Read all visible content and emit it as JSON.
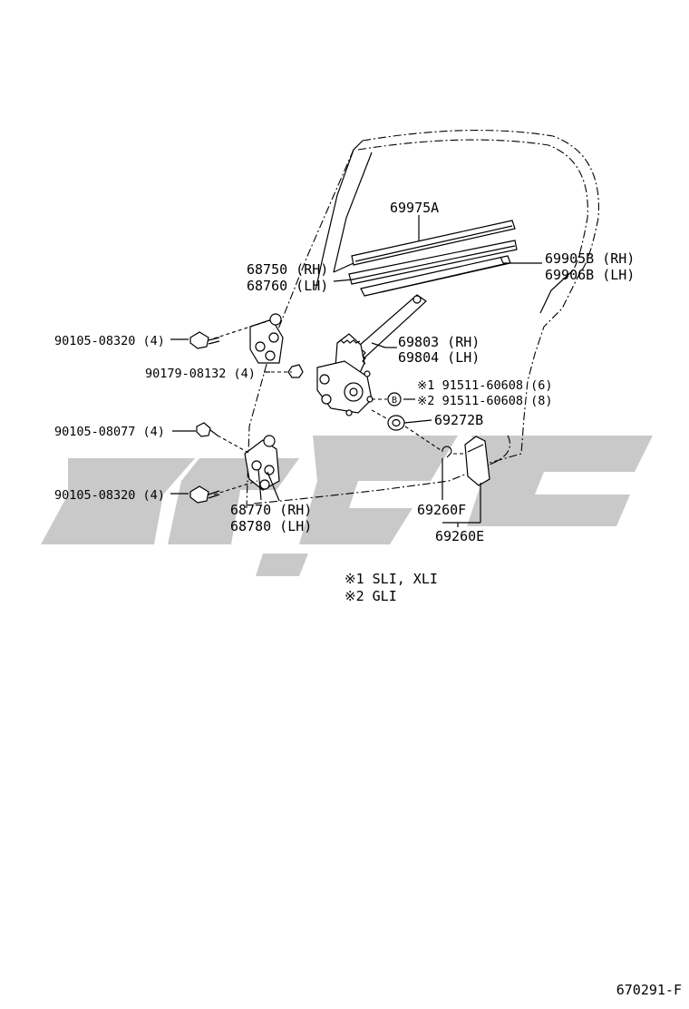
{
  "labels": {
    "p69975a": "69975A",
    "p68750": "68750 (RH)",
    "p68760": "68760 (LH)",
    "p69905b": "69905B (RH)",
    "p69906b": "69906B (LH)",
    "p90105_08320_top": "90105-08320 (4)",
    "p90179": "90179-08132 (4)",
    "p69803": "69803 (RH)",
    "p69804": "69804 (LH)",
    "p91511_1": "※1 91511-60608 (6)",
    "p91511_2": "※2 91511-60608 (8)",
    "p69272b": "69272B",
    "p90105_08077": "90105-08077 (4)",
    "p90105_08320_bot": "90105-08320 (4)",
    "p68770": "68770 (RH)",
    "p68780": "68780 (LH)",
    "p69260f": "69260F",
    "p69260e": "69260E",
    "marker_b": "B"
  },
  "notes": {
    "note1": "※1  SLI, XLI",
    "note2": "※2  GLI"
  },
  "footer": {
    "code": "670291-F"
  },
  "colors": {
    "line": "#000000",
    "watermark": "#c9c9c9",
    "background": "#ffffff"
  }
}
